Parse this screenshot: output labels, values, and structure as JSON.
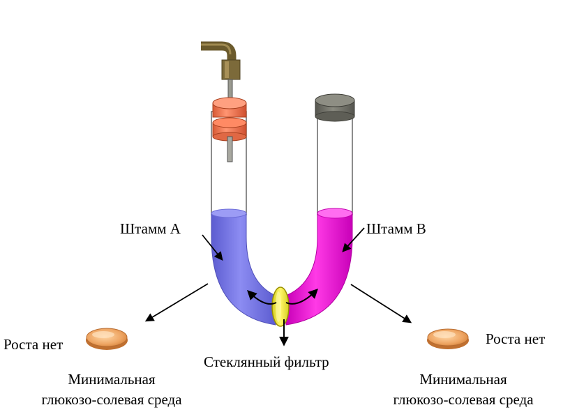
{
  "labels": {
    "strain_a": "Штамм А",
    "strain_b": "Штамм В",
    "filter": "Стеклянный фильтр",
    "left_result": "Роста нет",
    "right_result": "Роста нет",
    "left_medium_line1": "Минимальная",
    "left_medium_line2": "глюкозо-солевая среда",
    "right_medium_line1": "Минимальная",
    "right_medium_line2": "глюкозо-солевая среда"
  },
  "colors": {
    "strain_a_medium": "#7b7bea",
    "strain_b_medium": "#ee10d8",
    "left_stopper": "#f27a55",
    "right_cap": "#707068",
    "filter_disc": "#f4ee3c",
    "tube_outline": "#666666",
    "petri_agar": "#eda867",
    "air_tube": "#7c6a3a"
  }
}
